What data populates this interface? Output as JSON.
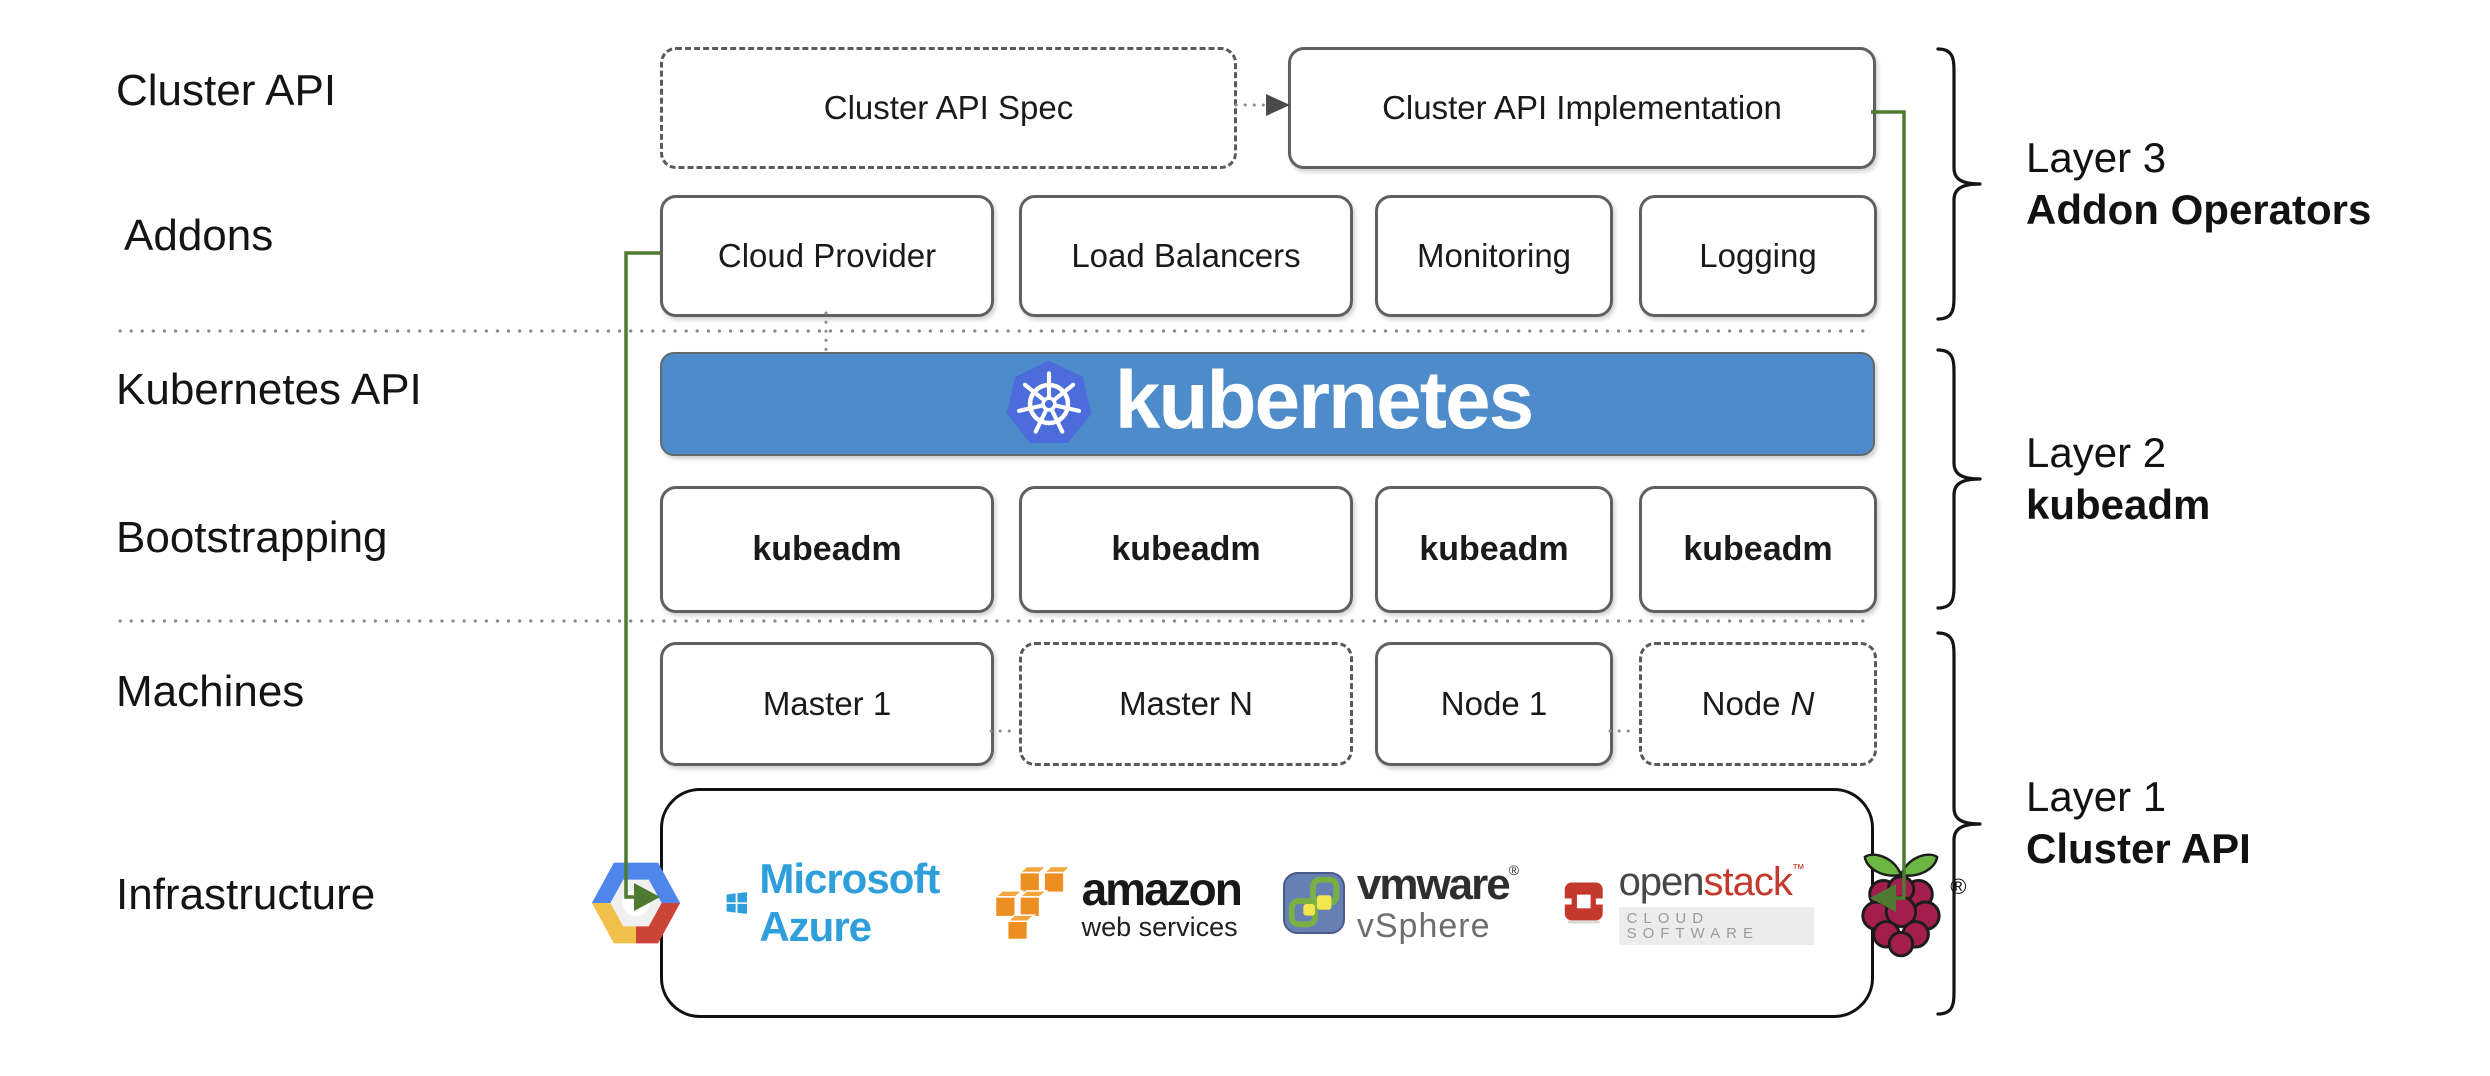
{
  "rows": {
    "labels": [
      "Cluster API",
      "Addons",
      "Kubernetes API",
      "Bootstrapping",
      "Machines",
      "Infrastructure"
    ]
  },
  "cluster_api_row": {
    "spec_label": "Cluster API Spec",
    "impl_label": "Cluster API Implementation"
  },
  "addons_row": [
    "Cloud Provider",
    "Load Balancers",
    "Monitoring",
    "Logging"
  ],
  "kubernetes_banner": {
    "wordmark": "kubernetes"
  },
  "bootstrapping_row": [
    "kubeadm",
    "kubeadm",
    "kubeadm",
    "kubeadm"
  ],
  "machines_row": {
    "master1": "Master 1",
    "masterN": "Master N",
    "node1": "Node 1",
    "nodeN_prefix": "Node",
    "nodeN_suffix": "N"
  },
  "infrastructure_row": {
    "azure_label": "Microsoft Azure",
    "aws_label": "amazon",
    "aws_sublabel": "web services",
    "vmware_label": "vmware",
    "vmware_reg": "®",
    "vmware_sublabel": "vSphere",
    "openstack_label_open": "open",
    "openstack_label_stack": "stack",
    "openstack_tm": "™",
    "openstack_sublabel": "CLOUD SOFTWARE",
    "rpi_reg": "®"
  },
  "layer_annotations": [
    {
      "line1": "Layer 3",
      "line2": "Addon Operators"
    },
    {
      "line1": "Layer 2",
      "line2": "kubeadm"
    },
    {
      "line1": "Layer 1",
      "line2": "Cluster API"
    }
  ],
  "colors": {
    "arrow_green": "#4e7b31",
    "banner_blue": "#4e8bca",
    "k8s_logo_blue": "#4c6cdb",
    "azure_blue": "#2f9fdc",
    "aws_orange": "#ec8e21",
    "aws_orange_top": "#f3a63c",
    "openstack_red": "#c4392e",
    "raspberry_red": "#a31e4d",
    "leaf_green": "#6cb644",
    "gcp_blue": "#4f86ec",
    "gcp_red": "#cc4437",
    "gcp_yellow": "#f0c04a",
    "vmware_panel": "#6680b4",
    "vmware_green": "#7ab043",
    "vmware_yellow": "#f2e64e"
  }
}
